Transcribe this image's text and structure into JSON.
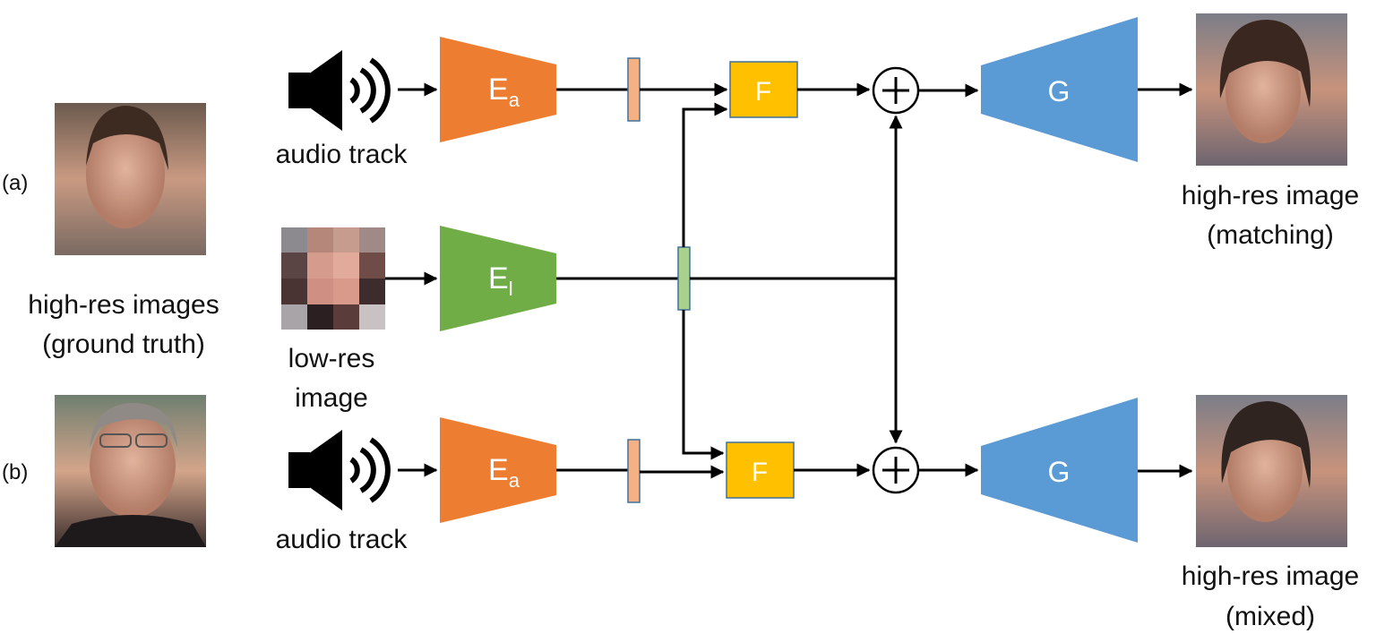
{
  "row_labels": {
    "a": "(a)",
    "b": "(b)"
  },
  "ground_truth": {
    "line1": "high-res images",
    "line2": "(ground truth)"
  },
  "top_row": {
    "audio_label": "audio track",
    "audio_encoder": {
      "main": "E",
      "sub": "a"
    },
    "fusion": "F",
    "generator": "G",
    "output": {
      "line1": "high-res image",
      "line2": "(matching)"
    }
  },
  "middle_row": {
    "input": {
      "line1": "low-res",
      "line2": "image"
    },
    "image_encoder": {
      "main": "E",
      "sub": "l"
    }
  },
  "bottom_row": {
    "audio_label": "audio track",
    "audio_encoder": {
      "main": "E",
      "sub": "a"
    },
    "fusion": "F",
    "generator": "G",
    "output": {
      "line1": "high-res image",
      "line2": "(mixed)"
    }
  },
  "colors": {
    "audio_encoder": "#ED7D31",
    "image_encoder": "#70AD47",
    "fusion": "#FFC000",
    "generator": "#5B9BD5",
    "audio_feature": "#F4B183",
    "image_feature": "#A9D18E"
  },
  "icons": [
    "speaker-icon",
    "sum-icon",
    "photo-placeholder"
  ]
}
